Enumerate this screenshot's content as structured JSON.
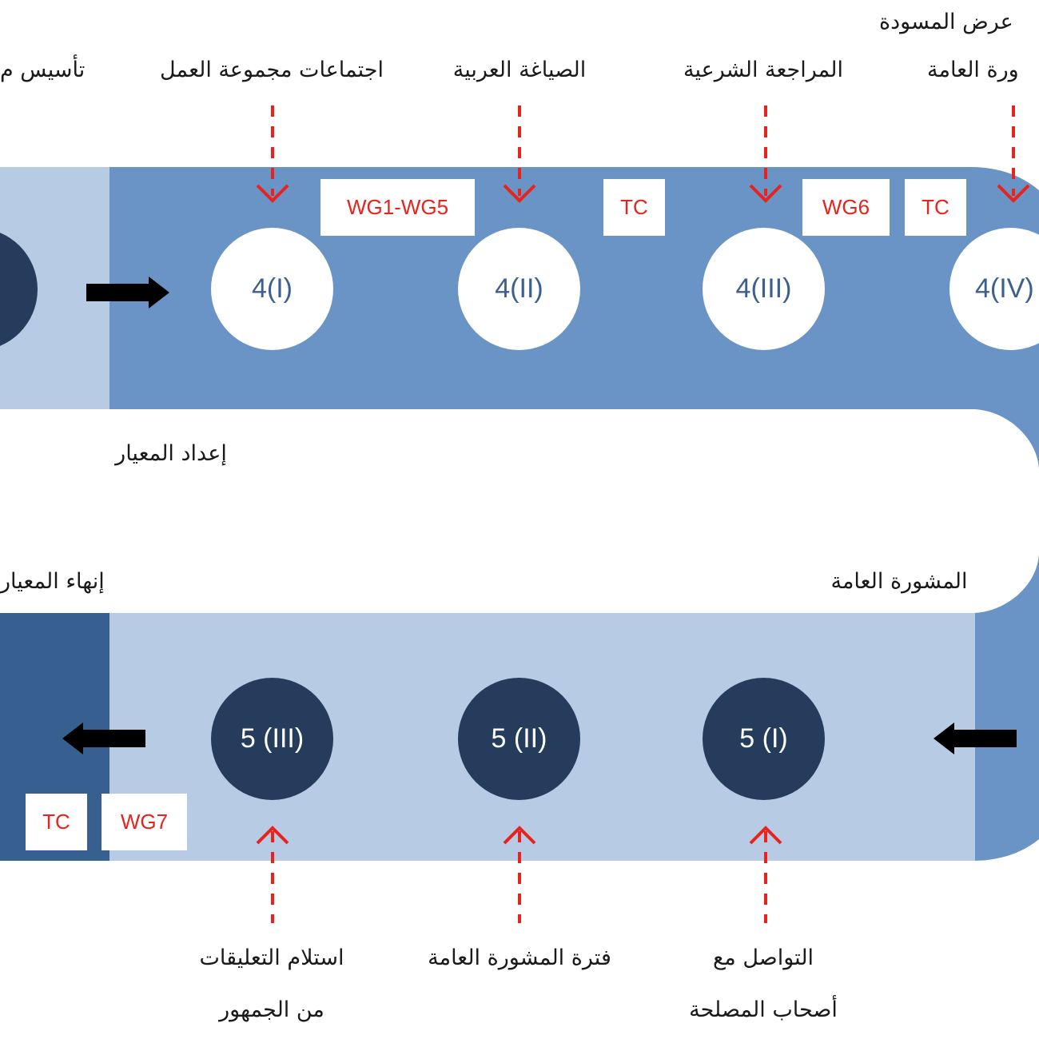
{
  "top_labels": {
    "stage3": "تأسيس م",
    "wg_meetings": "اجتماعات مجموعة العمل",
    "arabic_drafting": "الصياغة العربية",
    "sharia_review": "المراجعة الشرعية",
    "public_consult": "ورة العامة",
    "draft_display": "عرض المسودة"
  },
  "phase_labels": {
    "prep": "إعداد المعيار",
    "public": "المشورة العامة",
    "finalize": "إنهاء المعيار"
  },
  "circles": {
    "c4i": "4(I)",
    "c4ii": "4(II)",
    "c4iii": "4(III)",
    "c4iv": "4(IV)",
    "c5i": "5 (I)",
    "c5ii": "5 (II)",
    "c5iii": "5 (III)"
  },
  "tags": {
    "wg1_5": "WG1-WG5",
    "tc1": "TC",
    "wg6": "WG6",
    "tc2": "TC",
    "tc3": "TC",
    "wg7": "WG7"
  },
  "bottom_labels": {
    "receive_comments_l1": "استلام التعليقات",
    "receive_comments_l2": "من الجمهور",
    "public_period": "فترة المشورة العامة",
    "stakeholders_l1": "التواصل مع",
    "stakeholders_l2": "أصحاب المصلحة"
  },
  "colors": {
    "mid_blue": "#6a94c6",
    "light_blue": "#b7cbe4",
    "dark_navy": "#253c5c",
    "deep_blue": "#375f8f",
    "accent_red": "#e8231d"
  }
}
